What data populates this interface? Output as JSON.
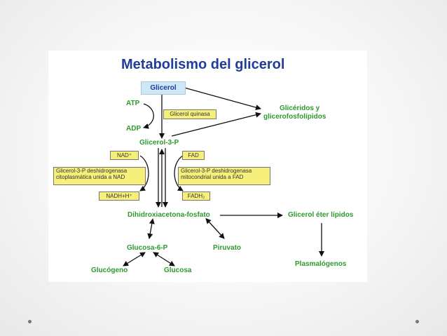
{
  "title": "Metabolismo del glicerol",
  "nodes": {
    "glicerol": "Glicerol",
    "atp": "ATP",
    "adp": "ADP",
    "glicerol_quinasa": "Glicerol quinasa",
    "gliceridos_1": "Glicéridos y",
    "gliceridos_2": "glicerofosfolípidos",
    "glicerol_3p": "Glicerol-3-P",
    "nad": "NAD⁺",
    "fad": "FAD",
    "deshidrogenasa_nad_1": "Glicerol-3-P deshidrogenasa",
    "deshidrogenasa_nad_2": "citoplasmática unida a NAD",
    "deshidrogenasa_fad_1": "Glicerol-3-P deshidrogenasa",
    "deshidrogenasa_fad_2": "mitocondrial unida a FAD",
    "nadh": "NADH+H⁺",
    "fadh2": "FADH₂",
    "dihidroxiacetona": "Dihidroxiacetona-fosfato",
    "glicerol_eter": "Glicerol éter lípidos",
    "glucosa6p": "Glucosa-6-P",
    "piruvato": "Piruvato",
    "plasmalogenos": "Plasmalógenos",
    "glucogeno": "Glucógeno",
    "glucosa": "Glucosa"
  },
  "colors": {
    "title": "#1f3d99",
    "label_green": "#2d9a2d",
    "box_blue": "#cfe6f5",
    "box_yellow": "#f6f07a",
    "arrow": "#111111"
  }
}
